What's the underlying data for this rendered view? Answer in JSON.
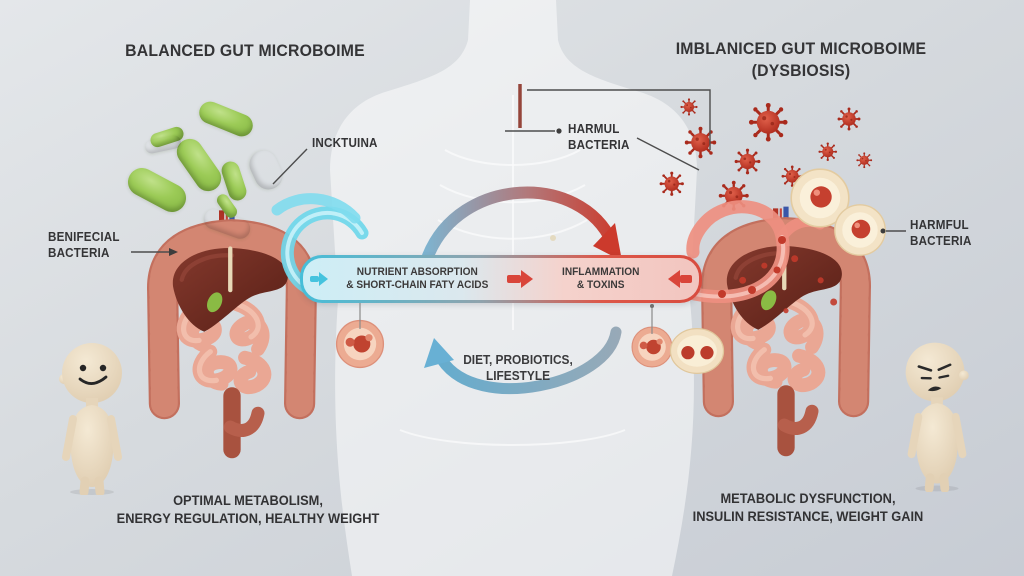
{
  "header": {
    "left_title": "BALANCED GUT MICROBOIME",
    "right_title": "IMBLANICED GUT MICROBOIME",
    "right_subtitle": "(DYSBIOSIS)"
  },
  "callouts": {
    "incktuina": "INCKTUINA",
    "beneficial": {
      "line1": "BENIFECIAL",
      "line2": "BACTERIA"
    },
    "harmul": {
      "line1": "HARMUL",
      "line2": "BACTERIA"
    },
    "harmful": {
      "line1": "HARMFUL",
      "line2": "BACTERIA"
    }
  },
  "flow_band": {
    "left": {
      "line1": "NUTRIENT ABSORPTION",
      "line2": "& SHORT-CHAIN FATY ACIDS"
    },
    "right": {
      "line1": "INFLAMMATION",
      "line2": "& TOXINS"
    }
  },
  "cycle": {
    "line1": "DIET, PROBIOTICS,",
    "line2": "LIFESTYLE"
  },
  "outcomes": {
    "left": {
      "line1": "OPTIMAL METABOLISM,",
      "line2": "ENERGY REGULATION, HEALTHY WEIGHT"
    },
    "right": {
      "line1": "METABOLIC DYSFUNCTION,",
      "line2": "INSULIN RESISTANCE, WEIGHT GAIN"
    }
  },
  "colors": {
    "background_top": "#e4e7ea",
    "background_bottom": "#c7ccd4",
    "text_dark": "#343436",
    "good_bacteria_green": "#9ccb57",
    "incktuina_purple": "#bd7cb5",
    "harmful_virus_red": "#b02c1d",
    "band_blue": "#cdeef6",
    "band_red": "#f2c5bf",
    "flow_arrow_red": "#d84b3e",
    "flow_arrow_blue": "#45bed9",
    "intestine_salmon": "#c3705e",
    "liver_maroon": "#6b2c22",
    "figure_skin": "#ead9c2"
  }
}
